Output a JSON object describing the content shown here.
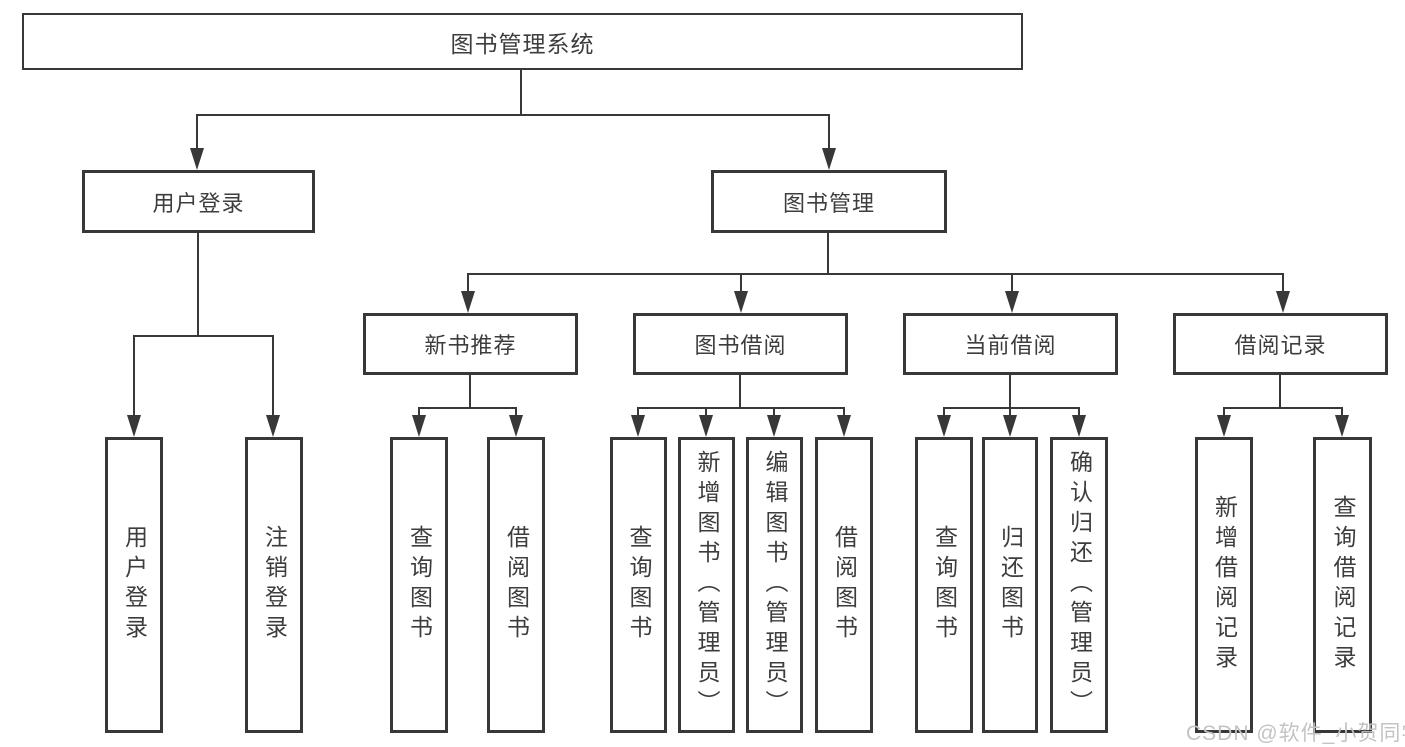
{
  "tree": {
    "root": {
      "label": "图书管理系统"
    },
    "branches": [
      {
        "label": "用户登录",
        "children": [
          "用户登录",
          "注销登录"
        ]
      },
      {
        "label": "图书管理"
      }
    ],
    "modules": [
      {
        "label": "新书推荐",
        "children": [
          "查询图书",
          "借阅图书"
        ]
      },
      {
        "label": "图书借阅",
        "children": [
          "查询图书",
          "新增图书（管理员）",
          "编辑图书（管理员）",
          "借阅图书"
        ]
      },
      {
        "label": "当前借阅",
        "children": [
          "查询图书",
          "归还图书",
          "确认归还（管理员）"
        ]
      },
      {
        "label": "借阅记录",
        "children": [
          "新增借阅记录",
          "查询借阅记录"
        ]
      }
    ]
  },
  "colors": {
    "line": "#383838",
    "text": "#3d3d3d",
    "watermark": "#c3c3c3"
  },
  "watermark": {
    "text": "CSDN @软件_小贺同学"
  }
}
